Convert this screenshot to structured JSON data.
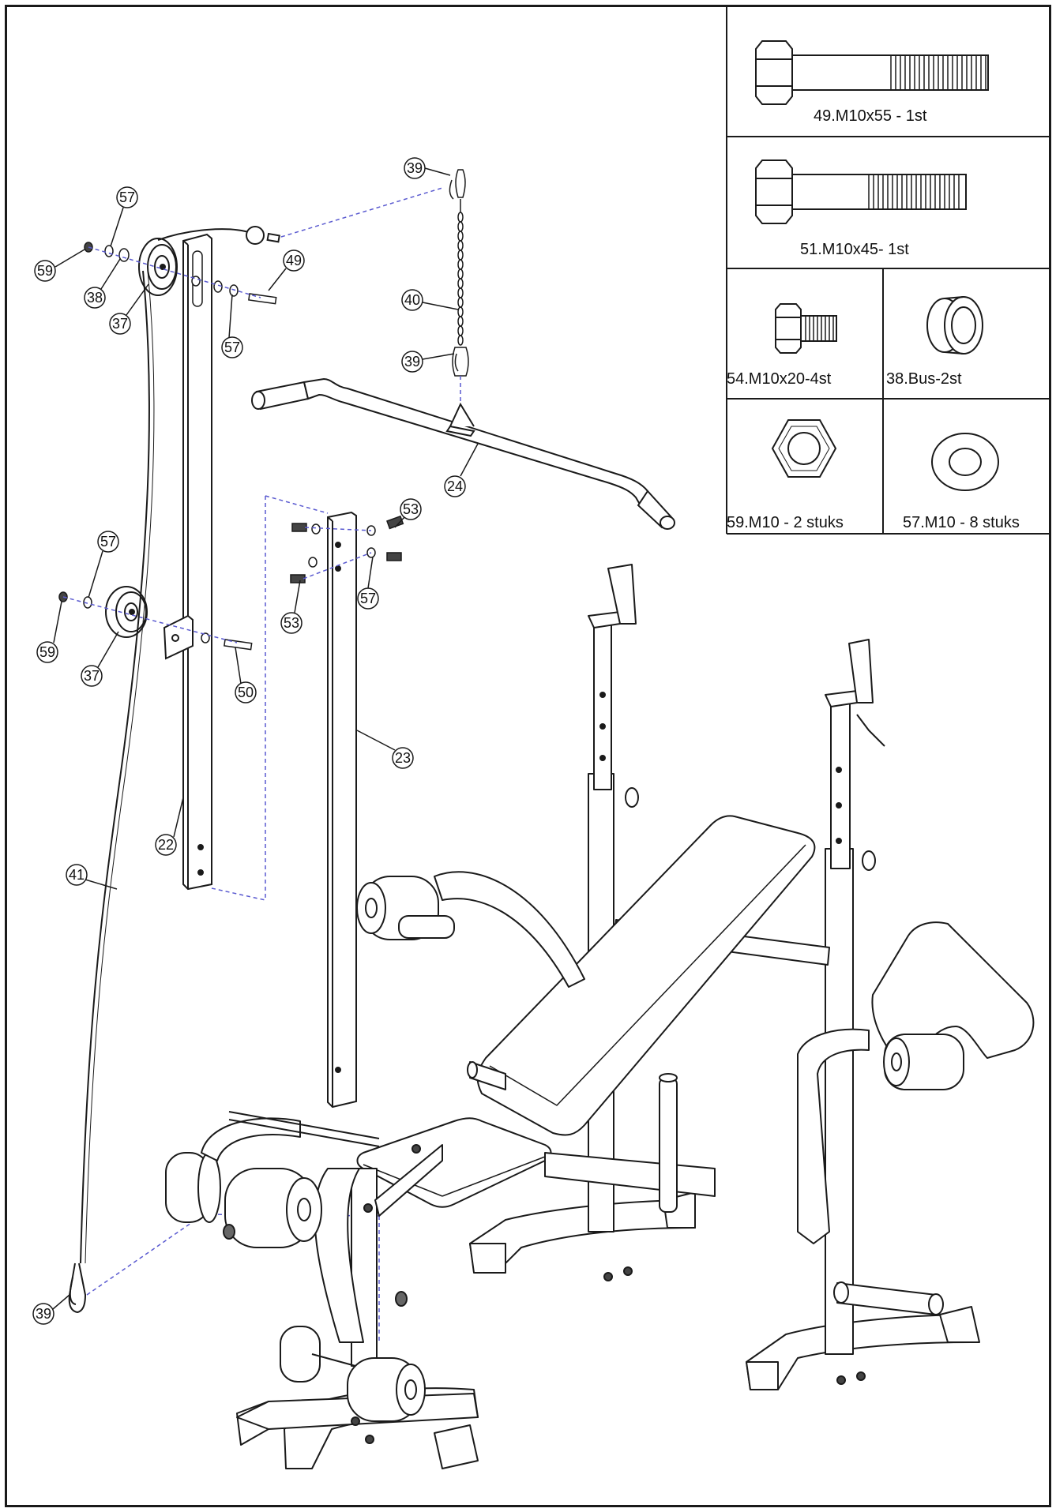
{
  "parts_table": {
    "rows": [
      {
        "id": "bolt-49",
        "label": "49.M10x55  -  1st"
      },
      {
        "id": "bolt-51",
        "label": "51.M10x45-  1st"
      },
      {
        "id": "bolt-54",
        "label": "54.M10x20-4st"
      },
      {
        "id": "bush-38",
        "label": "38.Bus-2st"
      },
      {
        "id": "nut-59",
        "label": "59.M10  -  2  stuks"
      },
      {
        "id": "washer-57",
        "label": "57.M10  -  8  stuks"
      }
    ]
  },
  "callouts": [
    "39",
    "57",
    "59",
    "38",
    "37",
    "49",
    "57",
    "40",
    "39",
    "24",
    "53",
    "57",
    "59",
    "37",
    "53",
    "57",
    "50",
    "23",
    "22",
    "41",
    "39"
  ],
  "colors": {
    "line": "#1a1a1a",
    "dash": "#5a5ad0",
    "gray": "#555555"
  }
}
